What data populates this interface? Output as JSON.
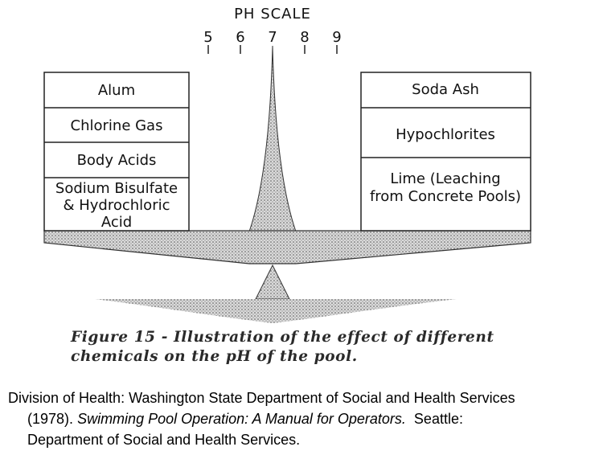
{
  "scale": {
    "title": "PH SCALE",
    "ticks": [
      "5",
      "6",
      "7",
      "8",
      "9"
    ]
  },
  "left_column": {
    "items": [
      "Alum",
      "Chlorine Gas",
      "Body Acids",
      "Sodium Bisulfate\n& Hydrochloric\nAcid"
    ]
  },
  "right_column": {
    "items": [
      "Soda Ash",
      "Hypochlorites",
      "Lime (Leaching\nfrom Concrete Pools)"
    ]
  },
  "caption": "Figure 15 - Illustration of the effect of different chemicals on the pH of the pool.",
  "citation": {
    "line1": "Division of Health: Washington State Department of Social and Health Services",
    "year": "(1978).",
    "book_title": "Swimming Pool Operation: A Manual for Operators.",
    "place": "Seattle:",
    "publisher": "Department of Social and Health Services."
  }
}
